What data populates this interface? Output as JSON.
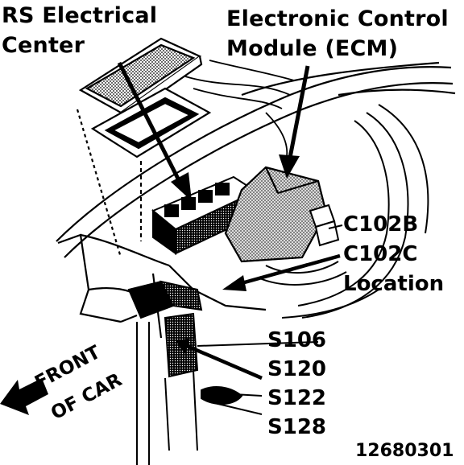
{
  "labels": {
    "rs_electrical_center_line1": "RS Electrical",
    "rs_electrical_center_line2": "Center",
    "ecm_line1": "Electronic Control",
    "ecm_line2": "Module (ECM)",
    "c102b": "C102B",
    "c102c": "C102C",
    "location": "Location",
    "s106": "S106",
    "s120": "S120",
    "s122": "S122",
    "s128": "S128",
    "front_line1": "FRONT",
    "front_line2": "OF CAR",
    "figure_number": "12680301"
  },
  "colors": {
    "ink": "#000000",
    "paper": "#ffffff",
    "shade": "#9a9a9a"
  }
}
